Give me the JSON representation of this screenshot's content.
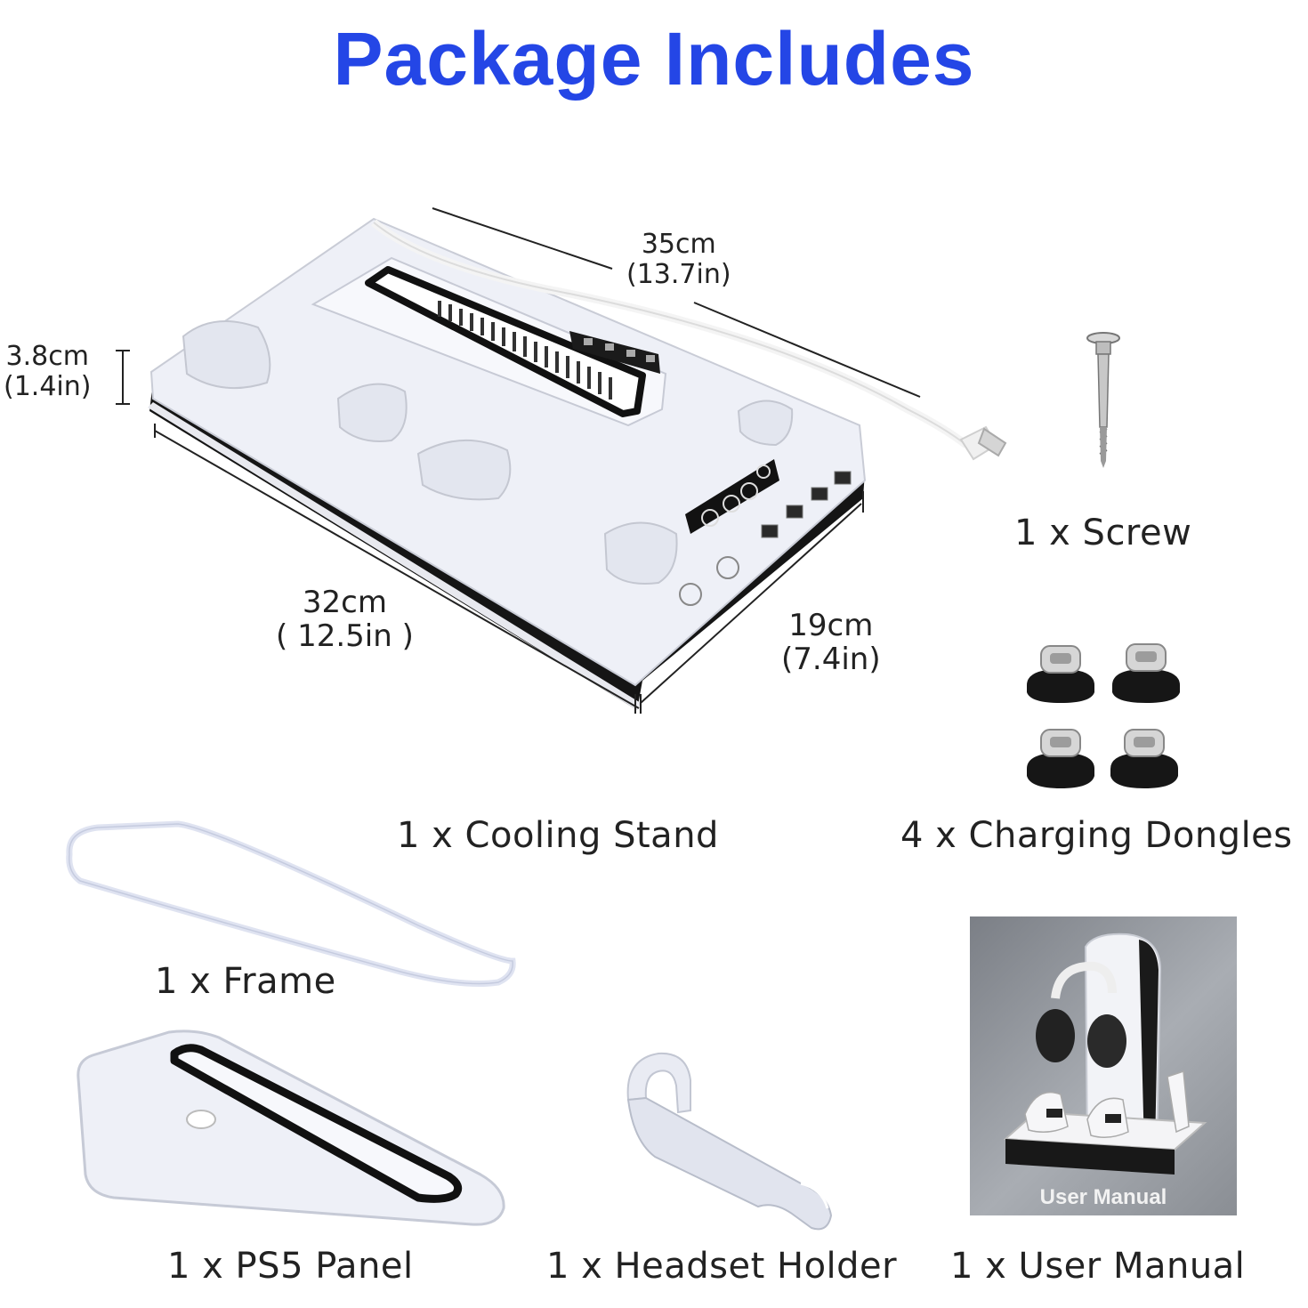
{
  "title": "Package Includes",
  "dimensions": {
    "length_top": {
      "cm": "35cm",
      "in": "(13.7in)"
    },
    "height": {
      "cm": "3.8cm",
      "in": "(1.4in)"
    },
    "length_bottom": {
      "cm": "32cm",
      "in": "( 12.5in )"
    },
    "width": {
      "cm": "19cm",
      "in": "(7.4in)"
    }
  },
  "items": {
    "screw": "1 x Screw",
    "cooling_stand": "1 x Cooling Stand",
    "dongles": "4 x Charging Dongles",
    "frame": "1 x Frame",
    "panel": "1 x PS5 Panel",
    "headset_holder": "1 x Headset Holder",
    "manual": "1 x User Manual"
  },
  "manual_cover_label": "User Manual",
  "colors": {
    "title": "#2446e6",
    "product_white": "#eef0f7",
    "product_black": "#151515"
  }
}
